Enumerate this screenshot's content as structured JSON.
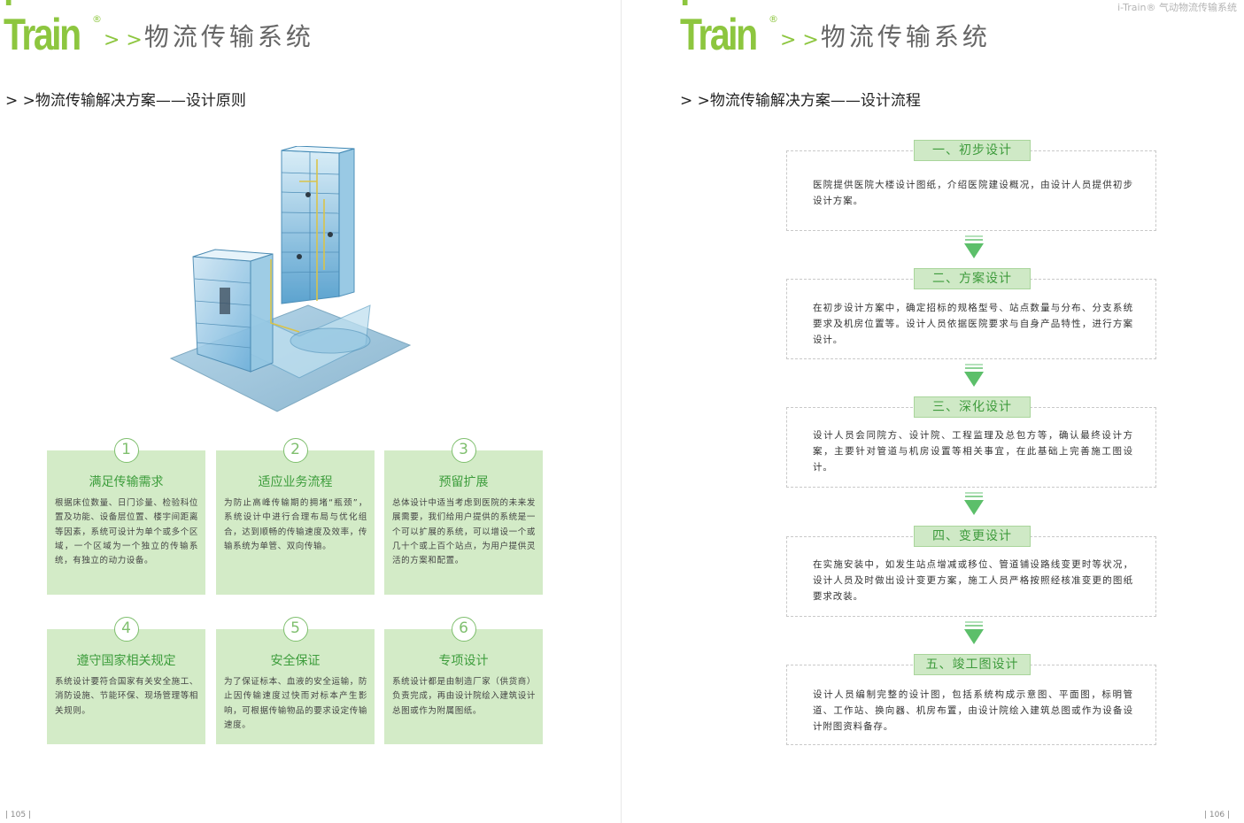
{
  "brand": {
    "name": "i-Train",
    "reg": "®",
    "separator": "> >",
    "system": "物流传输系统"
  },
  "left_page": {
    "section_title": "> >物流传输解决方案——设计原则",
    "page_number": "| 105 |",
    "principles": [
      {
        "num": "1",
        "title": "满足传输需求",
        "body": "根据床位数量、日门诊量、检验科位置及功能、设备层位置、楼宇间距离等因素，系统可设计为单个或多个区域，一个区域为一个独立的传输系统，有独立的动力设备。"
      },
      {
        "num": "2",
        "title": "适应业务流程",
        "body": "为防止高峰传输期的拥堵“瓶颈”，系统设计中进行合理布局与优化组合，达到顺畅的传输速度及效率，传输系统为单管、双向传输。"
      },
      {
        "num": "3",
        "title": "预留扩展",
        "body": "总体设计中适当考虑到医院的未来发展需要，我们给用户提供的系统是一个可以扩展的系统，可以增设一个或几十个或上百个站点，为用户提供灵活的方案和配置。"
      },
      {
        "num": "4",
        "title": "遵守国家相关规定",
        "body": "系统设计要符合国家有关安全施工、消防设施、节能环保、现场管理等相关规则。"
      },
      {
        "num": "5",
        "title": "安全保证",
        "body": "为了保证标本、血液的安全运输，防止因传输速度过快而对标本产生影响，可根据传输物品的要求设定传输速度。"
      },
      {
        "num": "6",
        "title": "专项设计",
        "body": "系统设计都是由制造厂家（供货商）负责完成，再由设计院绘入建筑设计总图或作为附属图纸。"
      }
    ]
  },
  "right_page": {
    "header_note": "i-Train® 气动物流传输系统",
    "section_title": "> >物流传输解决方案——设计流程",
    "page_number": "| 106 |",
    "steps": [
      {
        "label": "一、初步设计",
        "text": "医院提供医院大楼设计图纸，介绍医院建设概况，由设计人员提供初步设计方案。"
      },
      {
        "label": "二、方案设计",
        "text": "在初步设计方案中，确定招标的规格型号、站点数量与分布、分支系统要求及机房位置等。设计人员依据医院要求与自身产品特性，进行方案设计。"
      },
      {
        "label": "三、深化设计",
        "text": "设计人员会同院方、设计院、工程监理及总包方等，确认最终设计方案，主要针对管道与机房设置等相关事宜，在此基础上完善施工图设计。"
      },
      {
        "label": "四、变更设计",
        "text": "在实施安装中，如发生站点增减或移位、管道铺设路线变更时等状况，设计人员及时做出设计变更方案，施工人员严格按照经核准变更的图纸要求改装。"
      },
      {
        "label": "五、竣工图设计",
        "text": "设计人员编制完整的设计图，包括系统构成示意图、平面图，标明管道、工作站、换向器、机房布置，由设计院绘入建筑总图或作为设备设计附图资料备存。"
      }
    ]
  },
  "colors": {
    "brand_green": "#8dc63f",
    "card_bg": "#d3ebc7",
    "title_green": "#3d9d3c",
    "arrow_green": "#5cbf6a"
  }
}
